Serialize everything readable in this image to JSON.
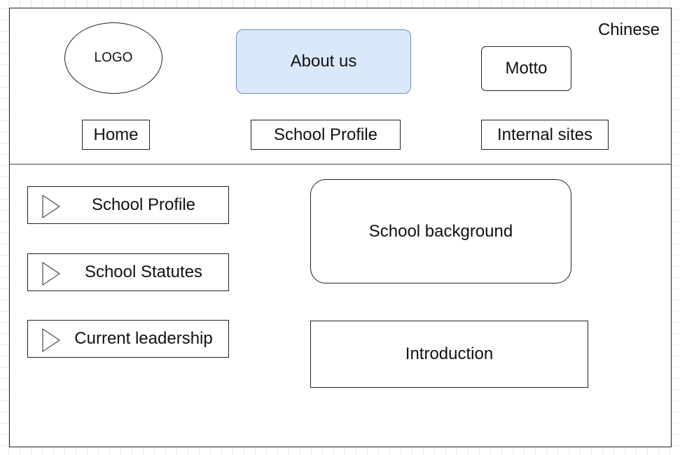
{
  "header": {
    "logo_label": "LOGO",
    "about_label": "About us",
    "motto_label": "Motto",
    "language_label": "Chinese",
    "about_fill_color": "#dae8fc",
    "about_border_color": "#6c8ebf"
  },
  "nav": {
    "items": [
      {
        "label": "Home"
      },
      {
        "label": "School Profile"
      },
      {
        "label": "Internal sites"
      }
    ]
  },
  "sidebar": {
    "items": [
      {
        "label": "School Profile",
        "icon": "triangle-right-icon"
      },
      {
        "label": "School Statutes",
        "icon": "triangle-right-icon"
      },
      {
        "label": "Current leadership",
        "icon": "triangle-right-icon"
      }
    ]
  },
  "main": {
    "background_label": "School background",
    "introduction_label": "Introduction"
  }
}
